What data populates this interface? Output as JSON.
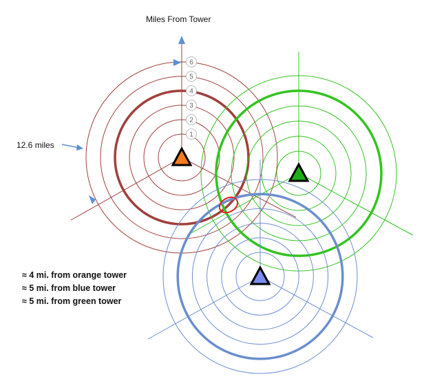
{
  "axis_title": "Miles From Tower",
  "radius_label": "12.6 miles",
  "ring_labels": [
    "1",
    "2",
    "3",
    "4",
    "5",
    "6"
  ],
  "notes": [
    "≈ 4 mi. from orange tower",
    "≈ 5 mi. from blue tower",
    "≈ 5 mi. from green tower"
  ],
  "towers": [
    {
      "name": "orange",
      "fill": "#f27c1f",
      "ring_color": "#a0403c",
      "highlight_ring": 4,
      "ring_count": 6
    },
    {
      "name": "green",
      "fill": "#1fae14",
      "ring_color": "#33c41f",
      "highlight_ring": 5,
      "ring_count": 6
    },
    {
      "name": "blue",
      "fill": "#7b8bf2",
      "ring_color": "#6a8fcf",
      "highlight_ring": 5,
      "ring_count": 6
    }
  ],
  "colors": {
    "arrow": "#5b8fd6",
    "intersection": "#e02020"
  }
}
